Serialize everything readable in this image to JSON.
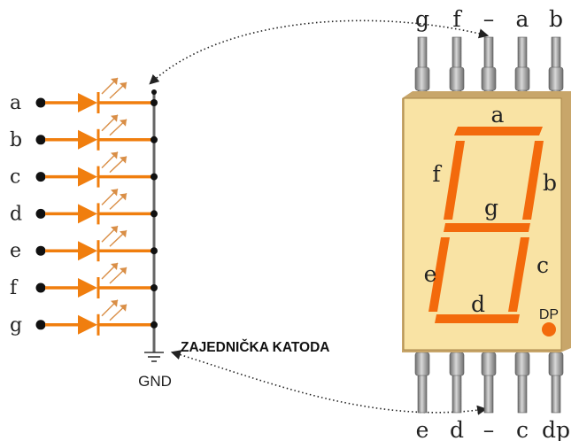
{
  "colors": {
    "orange": "#f07e0e",
    "led_arrow": "#d98e46",
    "wire": "#666666",
    "pin": "#8a8a8a",
    "body": "#f9e3a4",
    "body_shadow": "#c8a66a",
    "segment": "#f36a0c",
    "text": "#222222"
  },
  "schematic": {
    "rows": [
      {
        "label": "a"
      },
      {
        "label": "b"
      },
      {
        "label": "c"
      },
      {
        "label": "d"
      },
      {
        "label": "e"
      },
      {
        "label": "f"
      },
      {
        "label": "g"
      }
    ],
    "gnd_label": "GND",
    "common_label": "ZAJEDNIČKA KATODA"
  },
  "display": {
    "top_pins": [
      "g",
      "f",
      "–",
      "a",
      "b"
    ],
    "bottom_pins": [
      "e",
      "d",
      "–",
      "c",
      "dp"
    ],
    "segments": [
      {
        "label": "a"
      },
      {
        "label": "b"
      },
      {
        "label": "c"
      },
      {
        "label": "d"
      },
      {
        "label": "e"
      },
      {
        "label": "f"
      },
      {
        "label": "g"
      }
    ],
    "dp_label": "DP"
  }
}
